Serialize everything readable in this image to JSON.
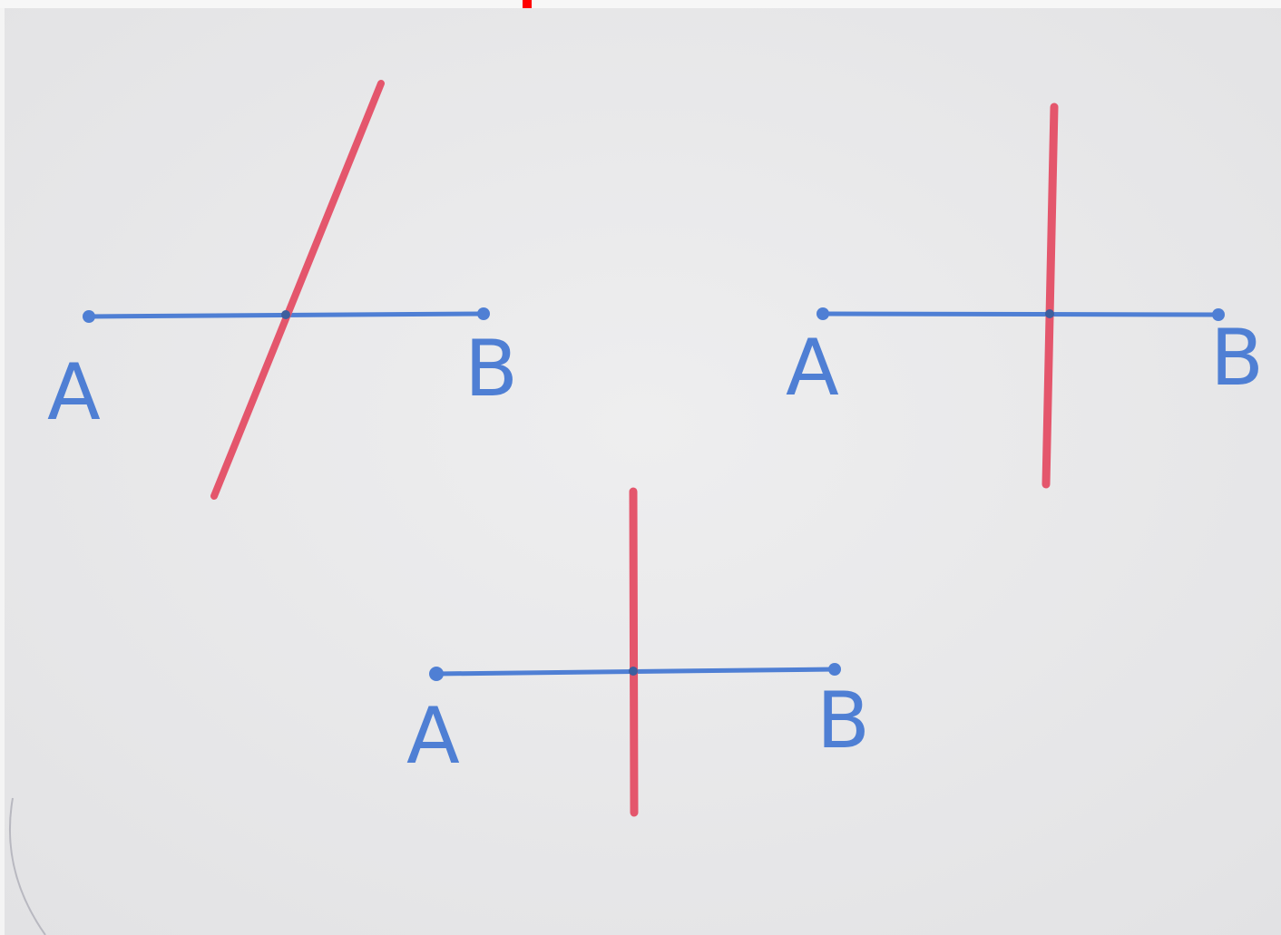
{
  "colors": {
    "paper": "#ebebec",
    "segment": "#4f7fd4",
    "line": "#e4566c",
    "tab": "#ff0000"
  },
  "figures": [
    {
      "id": "figure-oblique",
      "label_a": "A",
      "label_b": "B"
    },
    {
      "id": "figure-perpendicular-offset",
      "label_a": "A",
      "label_b": "B"
    },
    {
      "id": "figure-perpendicular-midpoint",
      "label_a": "A",
      "label_b": "B"
    }
  ]
}
